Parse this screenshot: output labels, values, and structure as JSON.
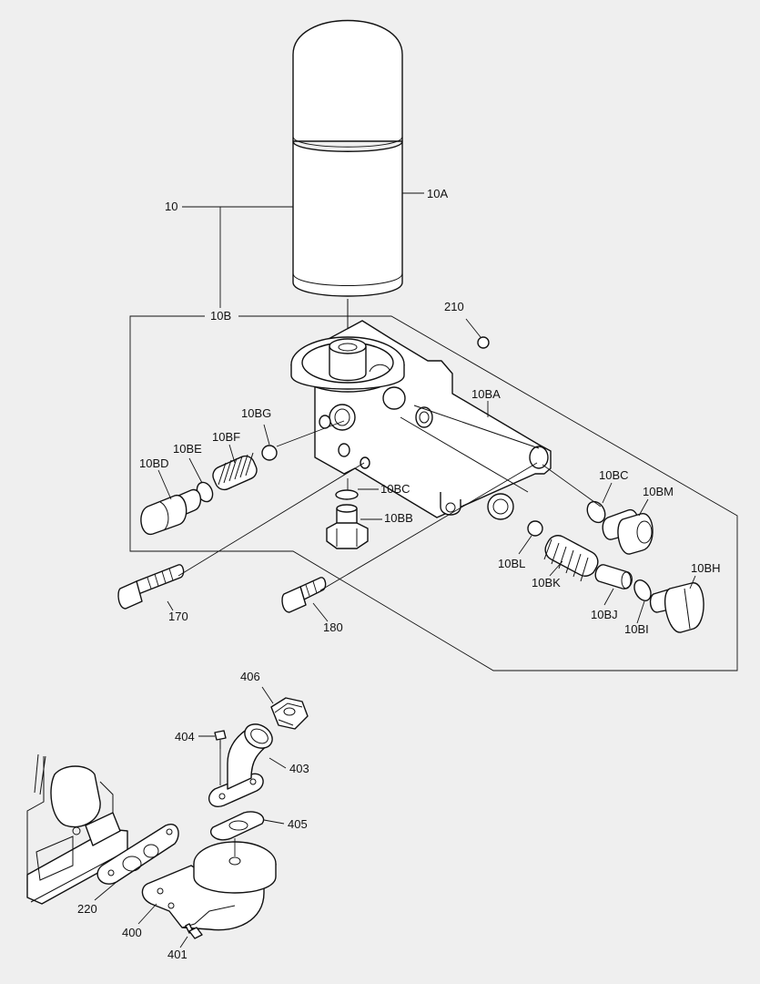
{
  "labels": {
    "l10": "10",
    "l10A": "10A",
    "l10B": "10B",
    "l210": "210",
    "l10BA": "10BA",
    "l10BG": "10BG",
    "l10BF": "10BF",
    "l10BE": "10BE",
    "l10BD": "10BD",
    "l10BC_a": "10BC",
    "l10BB": "10BB",
    "l10BC_b": "10BC",
    "l10BM": "10BM",
    "l10BL": "10BL",
    "l10BK": "10BK",
    "l10BJ": "10BJ",
    "l10BH": "10BH",
    "l10BI": "10BI",
    "l170": "170",
    "l180": "180",
    "l406": "406",
    "l404": "404",
    "l403": "403",
    "l405": "405",
    "l220": "220",
    "l400": "400",
    "l401": "401"
  },
  "colors": {
    "background": "#efefef",
    "line": "#111111",
    "part_fill": "#ffffff"
  }
}
